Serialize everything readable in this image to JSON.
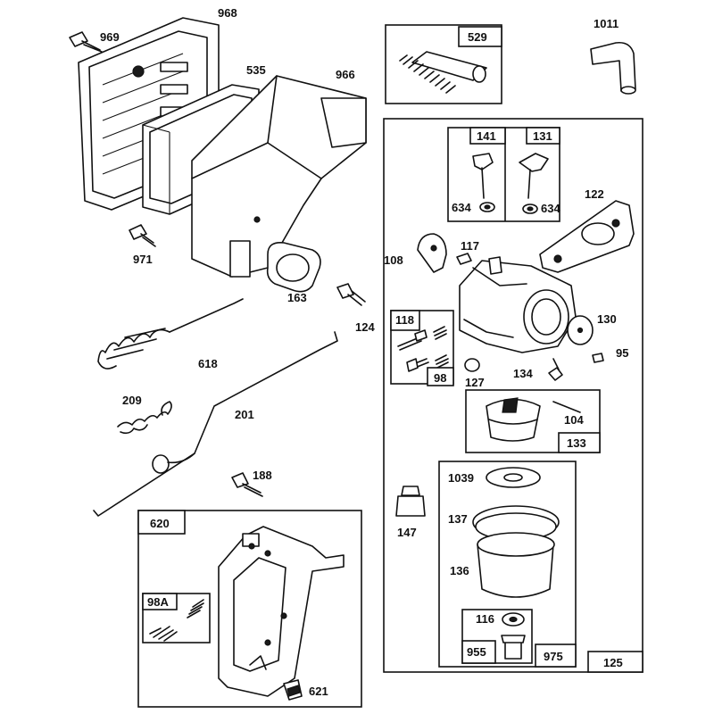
{
  "labels": {
    "p968": "968",
    "p969": "969",
    "p535": "535",
    "p966": "966",
    "p971": "971",
    "p163": "163",
    "p618": "618",
    "p124": "124",
    "p209": "209",
    "p201": "201",
    "p188": "188",
    "p620": "620",
    "p98A": "98A",
    "p621": "621",
    "p529": "529",
    "p1011": "1011",
    "p141": "141",
    "p131": "131",
    "p634a": "634",
    "p634b": "634",
    "p122": "122",
    "p108": "108",
    "p117": "117",
    "p130": "130",
    "p118": "118",
    "p98": "98",
    "p95": "95",
    "p127": "127",
    "p134": "134",
    "p104": "104",
    "p133": "133",
    "p147": "147",
    "p1039": "1039",
    "p137": "137",
    "p136": "136",
    "p116": "116",
    "p955": "955",
    "p975": "975",
    "p125": "125"
  }
}
